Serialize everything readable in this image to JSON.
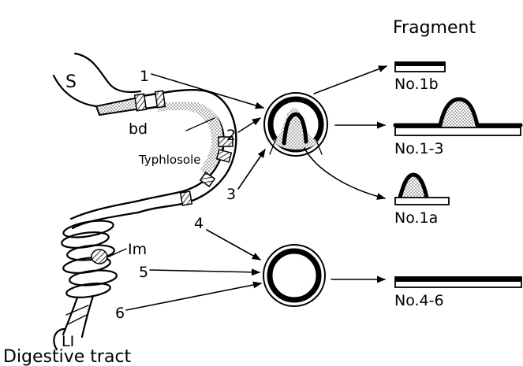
{
  "title": "Fragment",
  "caption": "Digestive tract",
  "organs": {
    "stomach": "S",
    "bile_duct": "bd",
    "typhlosole": "Typhlosole",
    "intestine_mid": "Im",
    "large_intestine": "LI"
  },
  "sites": [
    "1",
    "2",
    "3",
    "4",
    "5",
    "6"
  ],
  "fragments": {
    "f1b": "No.1b",
    "f13": "No.1-3",
    "f1a": "No.1a",
    "f46": "No.4-6"
  },
  "colors": {
    "ink": "#000000",
    "stipple": "#9a9a9a",
    "paper": "#ffffff"
  }
}
